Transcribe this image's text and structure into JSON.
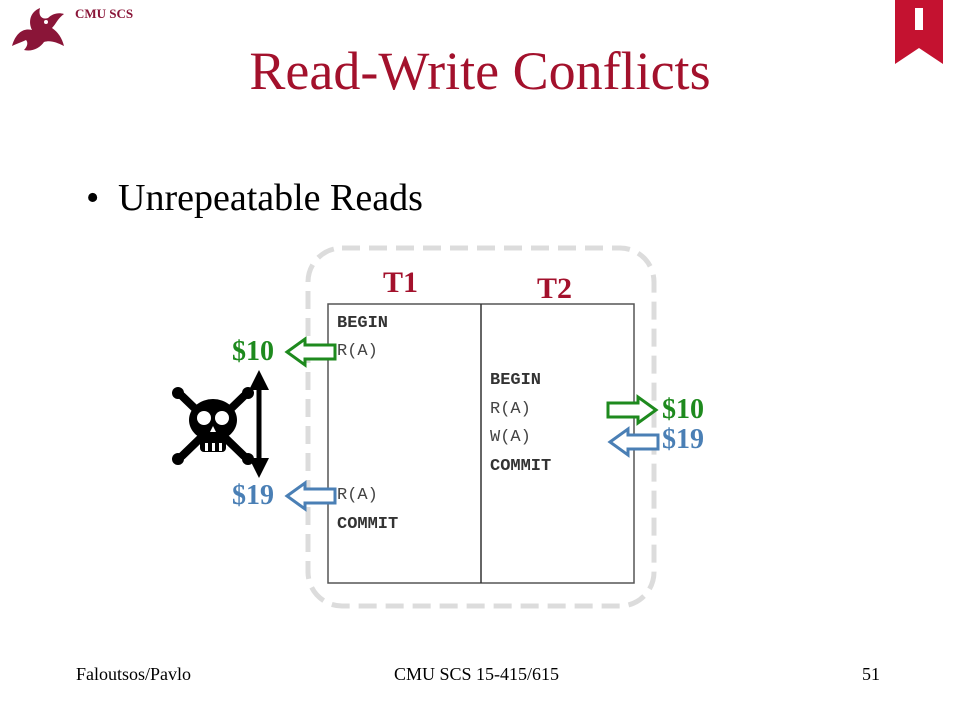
{
  "header": {
    "org_label": "CMU SCS"
  },
  "title": "Read-Write Conflicts",
  "bullet": "Unrepeatable Reads",
  "schedule": {
    "t1_label": "T1",
    "t2_label": "T2",
    "t1_ops": [
      {
        "text": "BEGIN",
        "bold": true
      },
      {
        "text": "R(A)",
        "bold": false
      },
      {
        "text": "R(A)",
        "bold": false
      },
      {
        "text": "COMMIT",
        "bold": true
      }
    ],
    "t2_ops": [
      {
        "text": "BEGIN",
        "bold": true
      },
      {
        "text": "R(A)",
        "bold": false
      },
      {
        "text": "W(A)",
        "bold": false
      },
      {
        "text": "COMMIT",
        "bold": true
      }
    ]
  },
  "values": {
    "t1_first_read": "$10",
    "t1_second_read": "$19",
    "t2_read": "$10",
    "t2_write": "$19"
  },
  "colors": {
    "title": "#a3112c",
    "green_arrow": "#1e8a1e",
    "blue_arrow": "#4a7fb5"
  },
  "icons": [
    "cmu-dragon-logo",
    "skull-crossbones-icon",
    "bookmark-flag-icon"
  ],
  "footer": {
    "authors": "Faloutsos/Pavlo",
    "course": "CMU SCS 15-415/615",
    "page_number": "51"
  }
}
